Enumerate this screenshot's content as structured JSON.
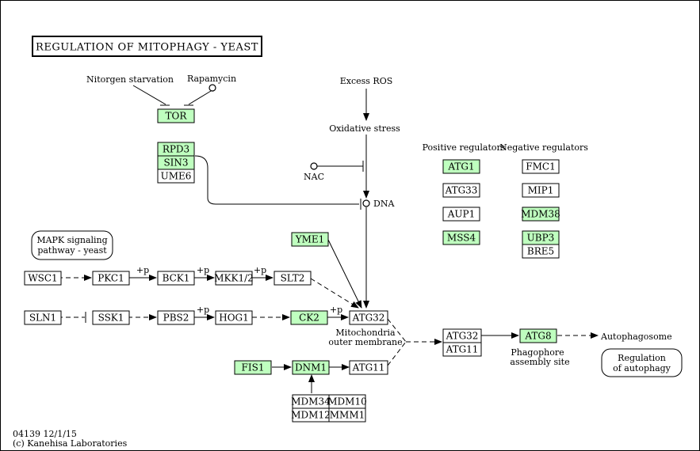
{
  "title": "REGULATION OF MITOPHAGY - YEAST",
  "colors": {
    "gene_fill": "#bfffbf",
    "plain_fill": "#ffffff",
    "stroke": "#000000"
  },
  "nodes": {
    "TOR": "TOR",
    "RPD3": "RPD3",
    "SIN3": "SIN3",
    "UME6": "UME6",
    "YME1": "YME1",
    "WSC1": "WSC1",
    "PKC1": "PKC1",
    "BCK1": "BCK1",
    "MKK1_2": "MKK1/2",
    "SLT2": "SLT2",
    "SLN1": "SLN1",
    "SSK1": "SSK1",
    "PBS2": "PBS2",
    "HOG1": "HOG1",
    "CK2": "CK2",
    "ATG32_mito": "ATG32",
    "FIS1": "FIS1",
    "DNM1": "DNM1",
    "ATG11_mito": "ATG11",
    "MDM34": "MDM34",
    "MDM10": "MDM10",
    "MDM12": "MDM12",
    "MMM1": "MMM1",
    "ATG32_complex": "ATG32",
    "ATG11_complex": "ATG11",
    "ATG8": "ATG8",
    "ATG1": "ATG1",
    "ATG33": "ATG33",
    "AUP1": "AUP1",
    "MSS4": "MSS4",
    "FMC1": "FMC1",
    "MIP1": "MIP1",
    "MDM38": "MDM38",
    "UBP3": "UBP3",
    "BRE5": "BRE5"
  },
  "compounds": {
    "rapamycin": "Rapamycin",
    "nac": "NAC",
    "dna": "DNA"
  },
  "labels": {
    "nitrogen_starvation": "Nitorgen starvation",
    "excess_ros": "Excess ROS",
    "oxidative_stress": "Oxidative stress",
    "positive_regulators": "Positive regulators",
    "negative_regulators": "Negative regulators",
    "mito_line1": "Mitochondria",
    "mito_line2": "outer membrane",
    "phago_line1": "Phagophore",
    "phago_line2": "assembly site",
    "autophagosome": "Autophagosome",
    "p1": "+p",
    "p2": "+p",
    "p3": "+p",
    "p4": "+p",
    "p5": "+p"
  },
  "maps": {
    "mapk_line1": "MAPK signaling",
    "mapk_line2": "pathway - yeast",
    "reg_line1": "Regulation",
    "reg_line2": "of autophagy"
  },
  "footer": {
    "id": "04139 12/1/15",
    "copyright": "(c) Kanehisa Laboratories"
  }
}
